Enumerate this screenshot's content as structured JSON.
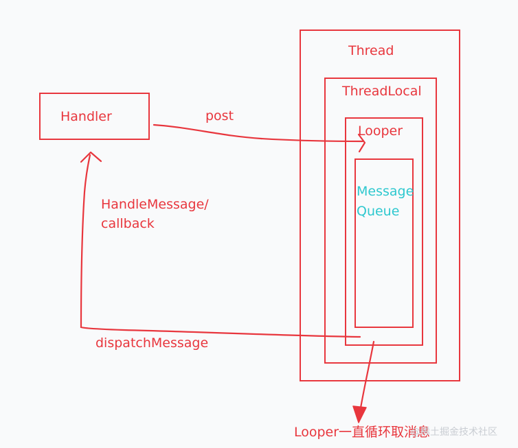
{
  "diagram": {
    "boxes": {
      "handler": "Handler",
      "thread": "Thread",
      "thread_local": "ThreadLocal",
      "looper": "Looper",
      "message_queue_line1": "Message",
      "message_queue_line2": "Queue"
    },
    "edges": {
      "post": "post",
      "handle_message_line1": "HandleMessage/",
      "handle_message_line2": "callback",
      "dispatch_message": "dispatchMessage"
    },
    "note": "Looper一直循环取消息",
    "watermark": "@稀土掘金技术社区",
    "colors": {
      "stroke": "#e8363d",
      "queue_text": "#2ec8cf",
      "background": "#f9fafb"
    }
  }
}
